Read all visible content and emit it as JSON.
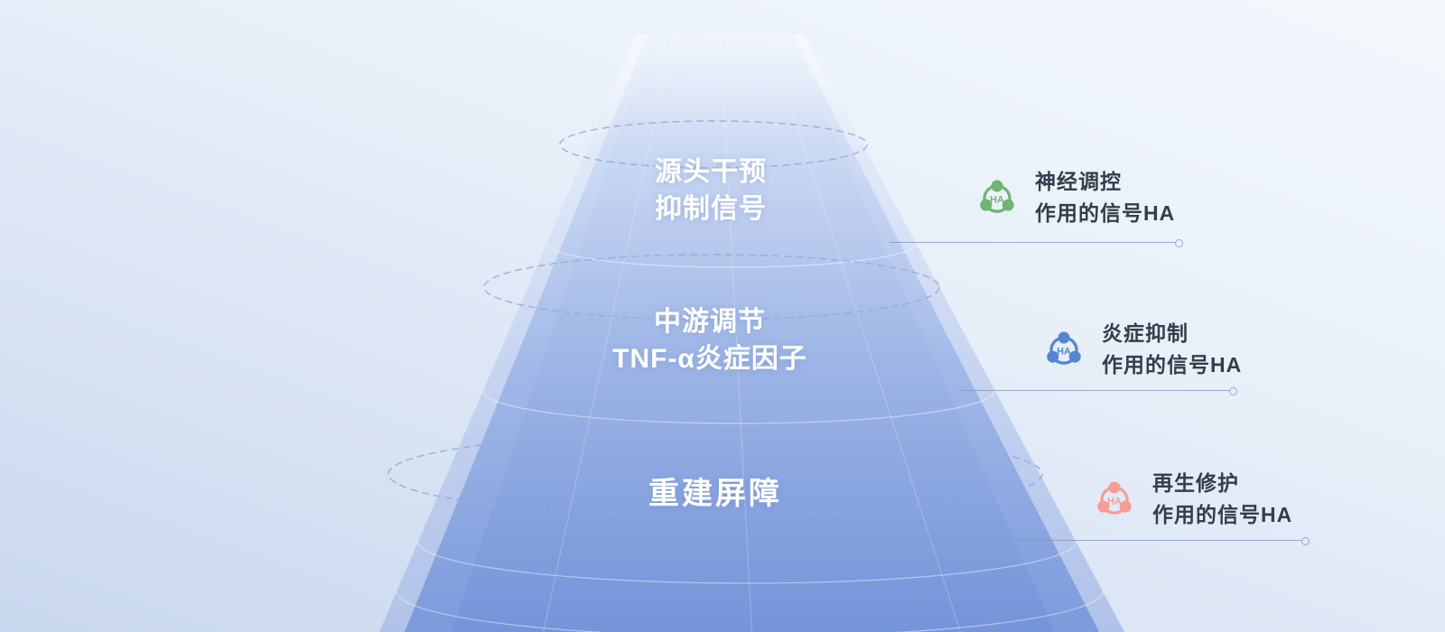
{
  "funnel": {
    "tiers": [
      {
        "line1": "源头干预",
        "line2": "抑制信号"
      },
      {
        "line1": "中游调节",
        "line2": "TNF-α炎症因子"
      },
      {
        "line1": "重建屏障",
        "line2": ""
      }
    ]
  },
  "annotations": [
    {
      "icon": "ha-molecule-icon",
      "icon_label": "HA",
      "color": "#6fb573",
      "line1": "神经调控",
      "line2": "作用的信号HA"
    },
    {
      "icon": "ha-molecule-icon",
      "icon_label": "HA",
      "color": "#5586d1",
      "line1": "炎症抑制",
      "line2": "作用的信号HA"
    },
    {
      "icon": "ha-molecule-icon",
      "icon_label": "HA",
      "color": "#f59d96",
      "line1": "再生修护",
      "line2": "作用的信号HA"
    }
  ],
  "colors": {
    "cone-top": "#f3f7fd",
    "cone-bottom": "#7c9adc",
    "dashed-ellipse": "#93a9d9",
    "leader-line": "#7b94bf",
    "tier-text": "#ffffff",
    "callout-text": "#343d4a"
  }
}
